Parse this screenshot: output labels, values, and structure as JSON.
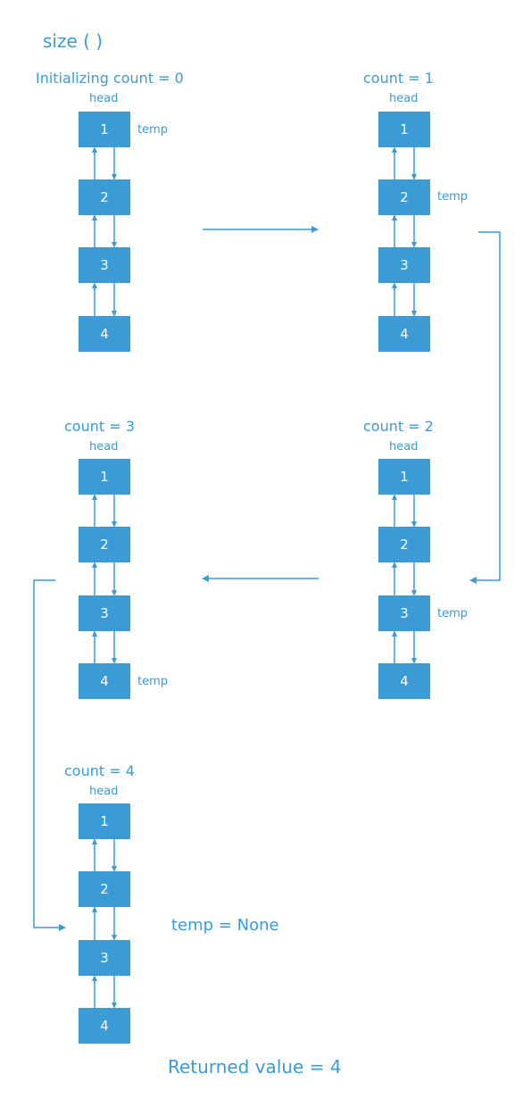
{
  "title": "size ( )",
  "head_label": "head",
  "temp_label": "temp",
  "panels": [
    {
      "count_label": "Initializing count  =  0",
      "nodes": [
        "1",
        "2",
        "3",
        "4"
      ]
    },
    {
      "count_label": "count  =  1",
      "nodes": [
        "1",
        "2",
        "3",
        "4"
      ]
    },
    {
      "count_label": "count  =  2",
      "nodes": [
        "1",
        "2",
        "3",
        "4"
      ]
    },
    {
      "count_label": "count  =  3",
      "nodes": [
        "1",
        "2",
        "3",
        "4"
      ]
    },
    {
      "count_label": "count  =  4",
      "nodes": [
        "1",
        "2",
        "3",
        "4"
      ]
    }
  ],
  "temp_none_label": "temp  =  None",
  "result_label": "Returned value  =  4",
  "colors": {
    "accent": "#3a9bd7",
    "node_text": "#ffffff",
    "background": "#ffffff"
  }
}
